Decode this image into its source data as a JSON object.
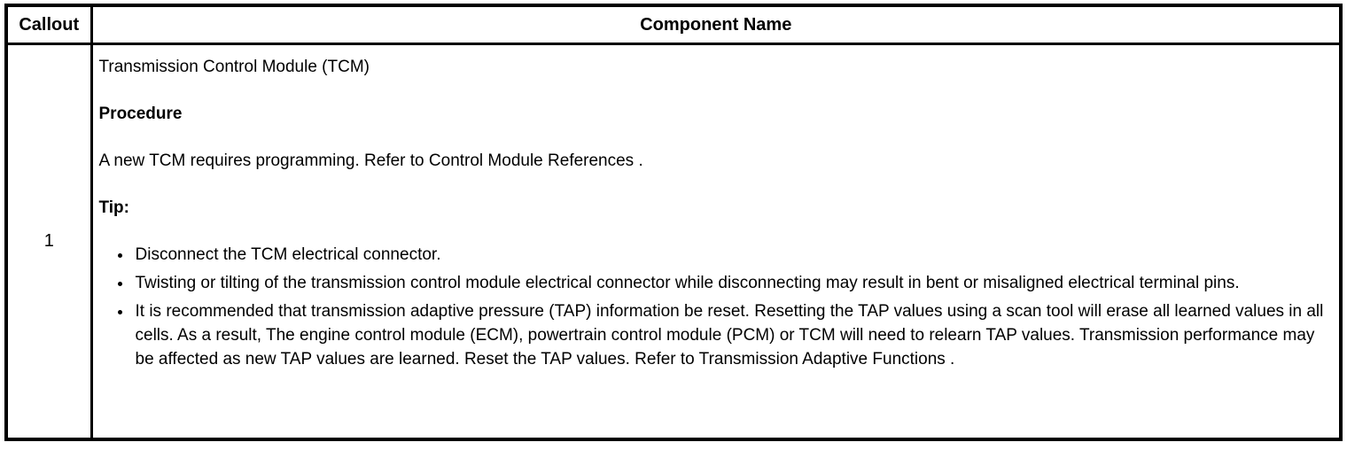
{
  "colors": {
    "border": "#000000",
    "background": "#ffffff",
    "text": "#000000"
  },
  "table": {
    "headers": {
      "callout": "Callout",
      "component_name": "Component Name"
    },
    "rows": [
      {
        "callout": "1",
        "component": "Transmission Control Module (TCM)",
        "procedure_label": "Procedure",
        "procedure_text": "A new TCM requires programming. Refer to Control Module References .",
        "tip_label": "Tip:",
        "tips": [
          "Disconnect the TCM electrical connector.",
          "Twisting or tilting of the transmission control module electrical connector while disconnecting may result in bent or misaligned electrical terminal pins.",
          "It is recommended that transmission adaptive pressure (TAP) information be reset. Resetting the TAP values using a scan tool will erase all learned values in all cells. As a result, The engine control module (ECM), powertrain control module (PCM) or TCM will need to relearn TAP values. Transmission performance may be affected as new TAP values are learned. Reset the TAP values. Refer to Transmission Adaptive Functions ."
        ]
      }
    ]
  }
}
